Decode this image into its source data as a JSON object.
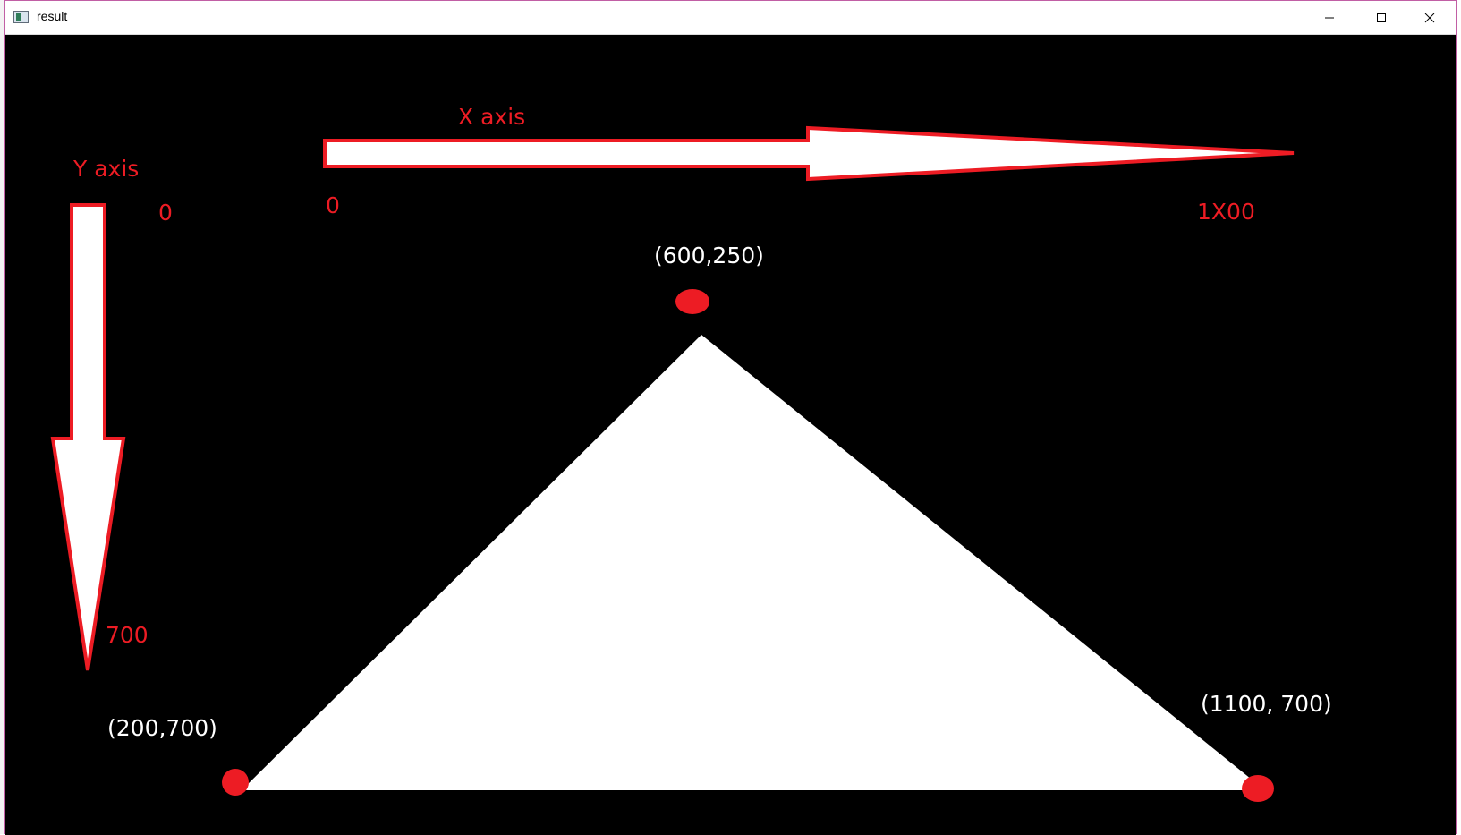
{
  "window": {
    "title": "result",
    "icon": "app-window-icon",
    "controls": [
      "minimize-icon",
      "maximize-icon",
      "close-icon"
    ]
  },
  "annotations": {
    "x_axis_label": "X axis",
    "y_axis_label": "Y axis",
    "x_start": "0",
    "x_end": "1X00",
    "y_start": "0",
    "y_end": "700",
    "point_top": "(600,250)",
    "point_left": "(200,700)",
    "point_right": "(1100, 700)"
  },
  "colors": {
    "background": "#000000",
    "annotation": "#ed1c24",
    "triangle_fill": "#ffffff",
    "window_border": "#c15fa5"
  }
}
